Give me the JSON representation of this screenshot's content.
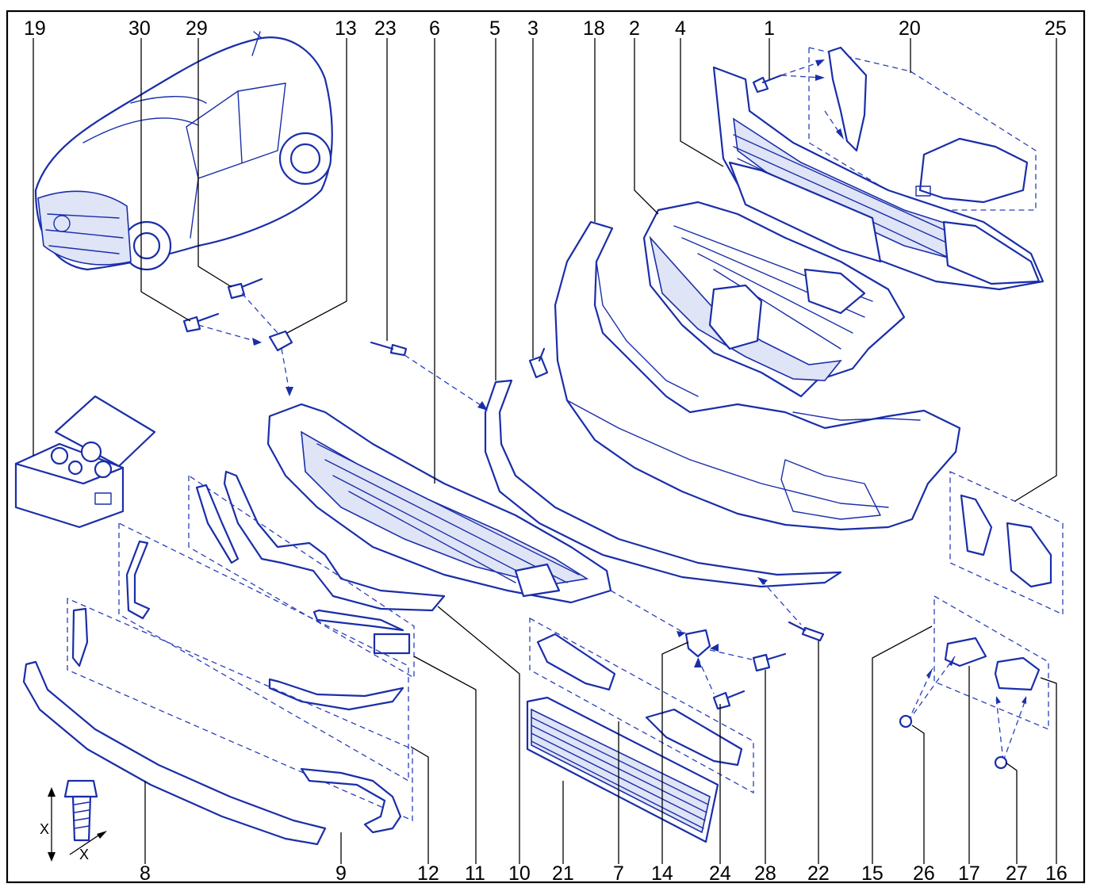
{
  "diagram": {
    "callouts_top": [
      "19",
      "30",
      "29",
      "13",
      "23",
      "6",
      "5",
      "3",
      "18",
      "2",
      "4",
      "1",
      "20",
      "25"
    ],
    "callouts_bottom": [
      "8",
      "9",
      "12",
      "11",
      "10",
      "21",
      "7",
      "14",
      "24",
      "28",
      "22",
      "15",
      "26",
      "17",
      "27",
      "16"
    ],
    "dimension_labels": {
      "vertical": "X",
      "horizontal": "X"
    },
    "colors": {
      "line_art": "#1a2ea8",
      "text": "#000000",
      "frame": "#000000",
      "background": "#ffffff"
    }
  }
}
